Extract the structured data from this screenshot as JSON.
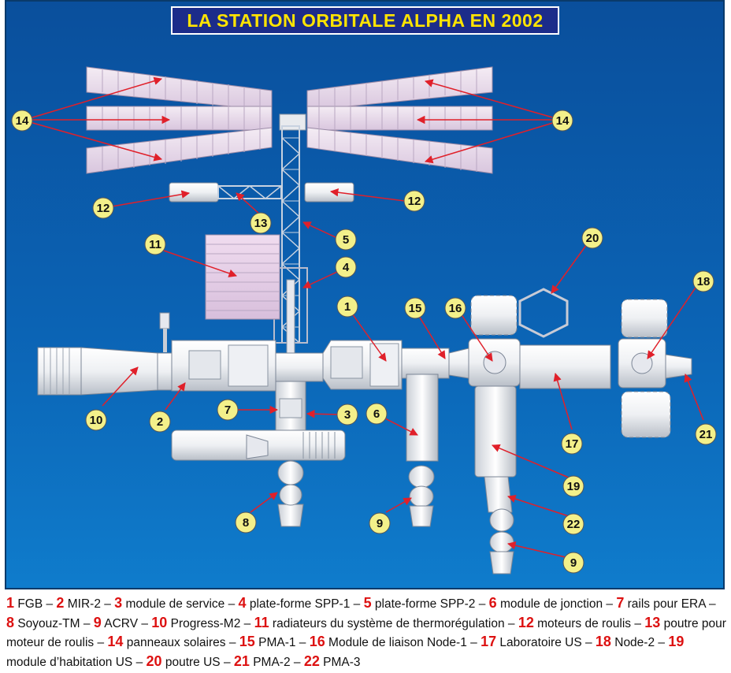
{
  "title": "LA STATION ORBITALE ALPHA EN 2002",
  "colors": {
    "background": "#0b63b4",
    "title_bg": "#1c2c8a",
    "title_text": "#ffe400",
    "callout": "#f3f08a",
    "arrow": "#e0202a",
    "legend_number": "#dd1111"
  },
  "callouts": [
    {
      "id": "c14l",
      "label": "14"
    },
    {
      "id": "c14r",
      "label": "14"
    },
    {
      "id": "c12l",
      "label": "12"
    },
    {
      "id": "c12r",
      "label": "12"
    },
    {
      "id": "c13",
      "label": "13"
    },
    {
      "id": "c5",
      "label": "5"
    },
    {
      "id": "c11",
      "label": "11"
    },
    {
      "id": "c4",
      "label": "4"
    },
    {
      "id": "c20",
      "label": "20"
    },
    {
      "id": "c18",
      "label": "18"
    },
    {
      "id": "c1",
      "label": "1"
    },
    {
      "id": "c15",
      "label": "15"
    },
    {
      "id": "c16",
      "label": "16"
    },
    {
      "id": "c7",
      "label": "7"
    },
    {
      "id": "c3",
      "label": "3"
    },
    {
      "id": "c6",
      "label": "6"
    },
    {
      "id": "c10",
      "label": "10"
    },
    {
      "id": "c2",
      "label": "2"
    },
    {
      "id": "c17",
      "label": "17"
    },
    {
      "id": "c21",
      "label": "21"
    },
    {
      "id": "c19",
      "label": "19"
    },
    {
      "id": "c22",
      "label": "22"
    },
    {
      "id": "c8",
      "label": "8"
    },
    {
      "id": "c9a",
      "label": "9"
    },
    {
      "id": "c9b",
      "label": "9"
    }
  ],
  "legend": [
    {
      "num": "1",
      "text": "FGB"
    },
    {
      "num": "2",
      "text": "MIR-2"
    },
    {
      "num": "3",
      "text": "module de service"
    },
    {
      "num": "4",
      "text": "plate-forme SPP-1"
    },
    {
      "num": "5",
      "text": "plate-forme SPP-2"
    },
    {
      "num": "6",
      "text": "module de jonction"
    },
    {
      "num": "7",
      "text": "rails pour ERA"
    },
    {
      "num": "8",
      "text": "Soyouz-TM"
    },
    {
      "num": "9",
      "text": "ACRV"
    },
    {
      "num": "10",
      "text": "Progress-M2"
    },
    {
      "num": "11",
      "text": "radiateurs du système de thermorégulation"
    },
    {
      "num": "12",
      "text": "moteurs de roulis"
    },
    {
      "num": "13",
      "text": "poutre pour moteur de roulis"
    },
    {
      "num": "14",
      "text": "panneaux solaires"
    },
    {
      "num": "15",
      "text": "PMA-1"
    },
    {
      "num": "16",
      "text": "Module de liaison Node-1"
    },
    {
      "num": "17",
      "text": "Laboratoire US"
    },
    {
      "num": "18",
      "text": "Node-2"
    },
    {
      "num": "19",
      "text": "module d’habitation US"
    },
    {
      "num": "20",
      "text": "poutre US"
    },
    {
      "num": "21",
      "text": "PMA-2"
    },
    {
      "num": "22",
      "text": "PMA-3"
    }
  ]
}
